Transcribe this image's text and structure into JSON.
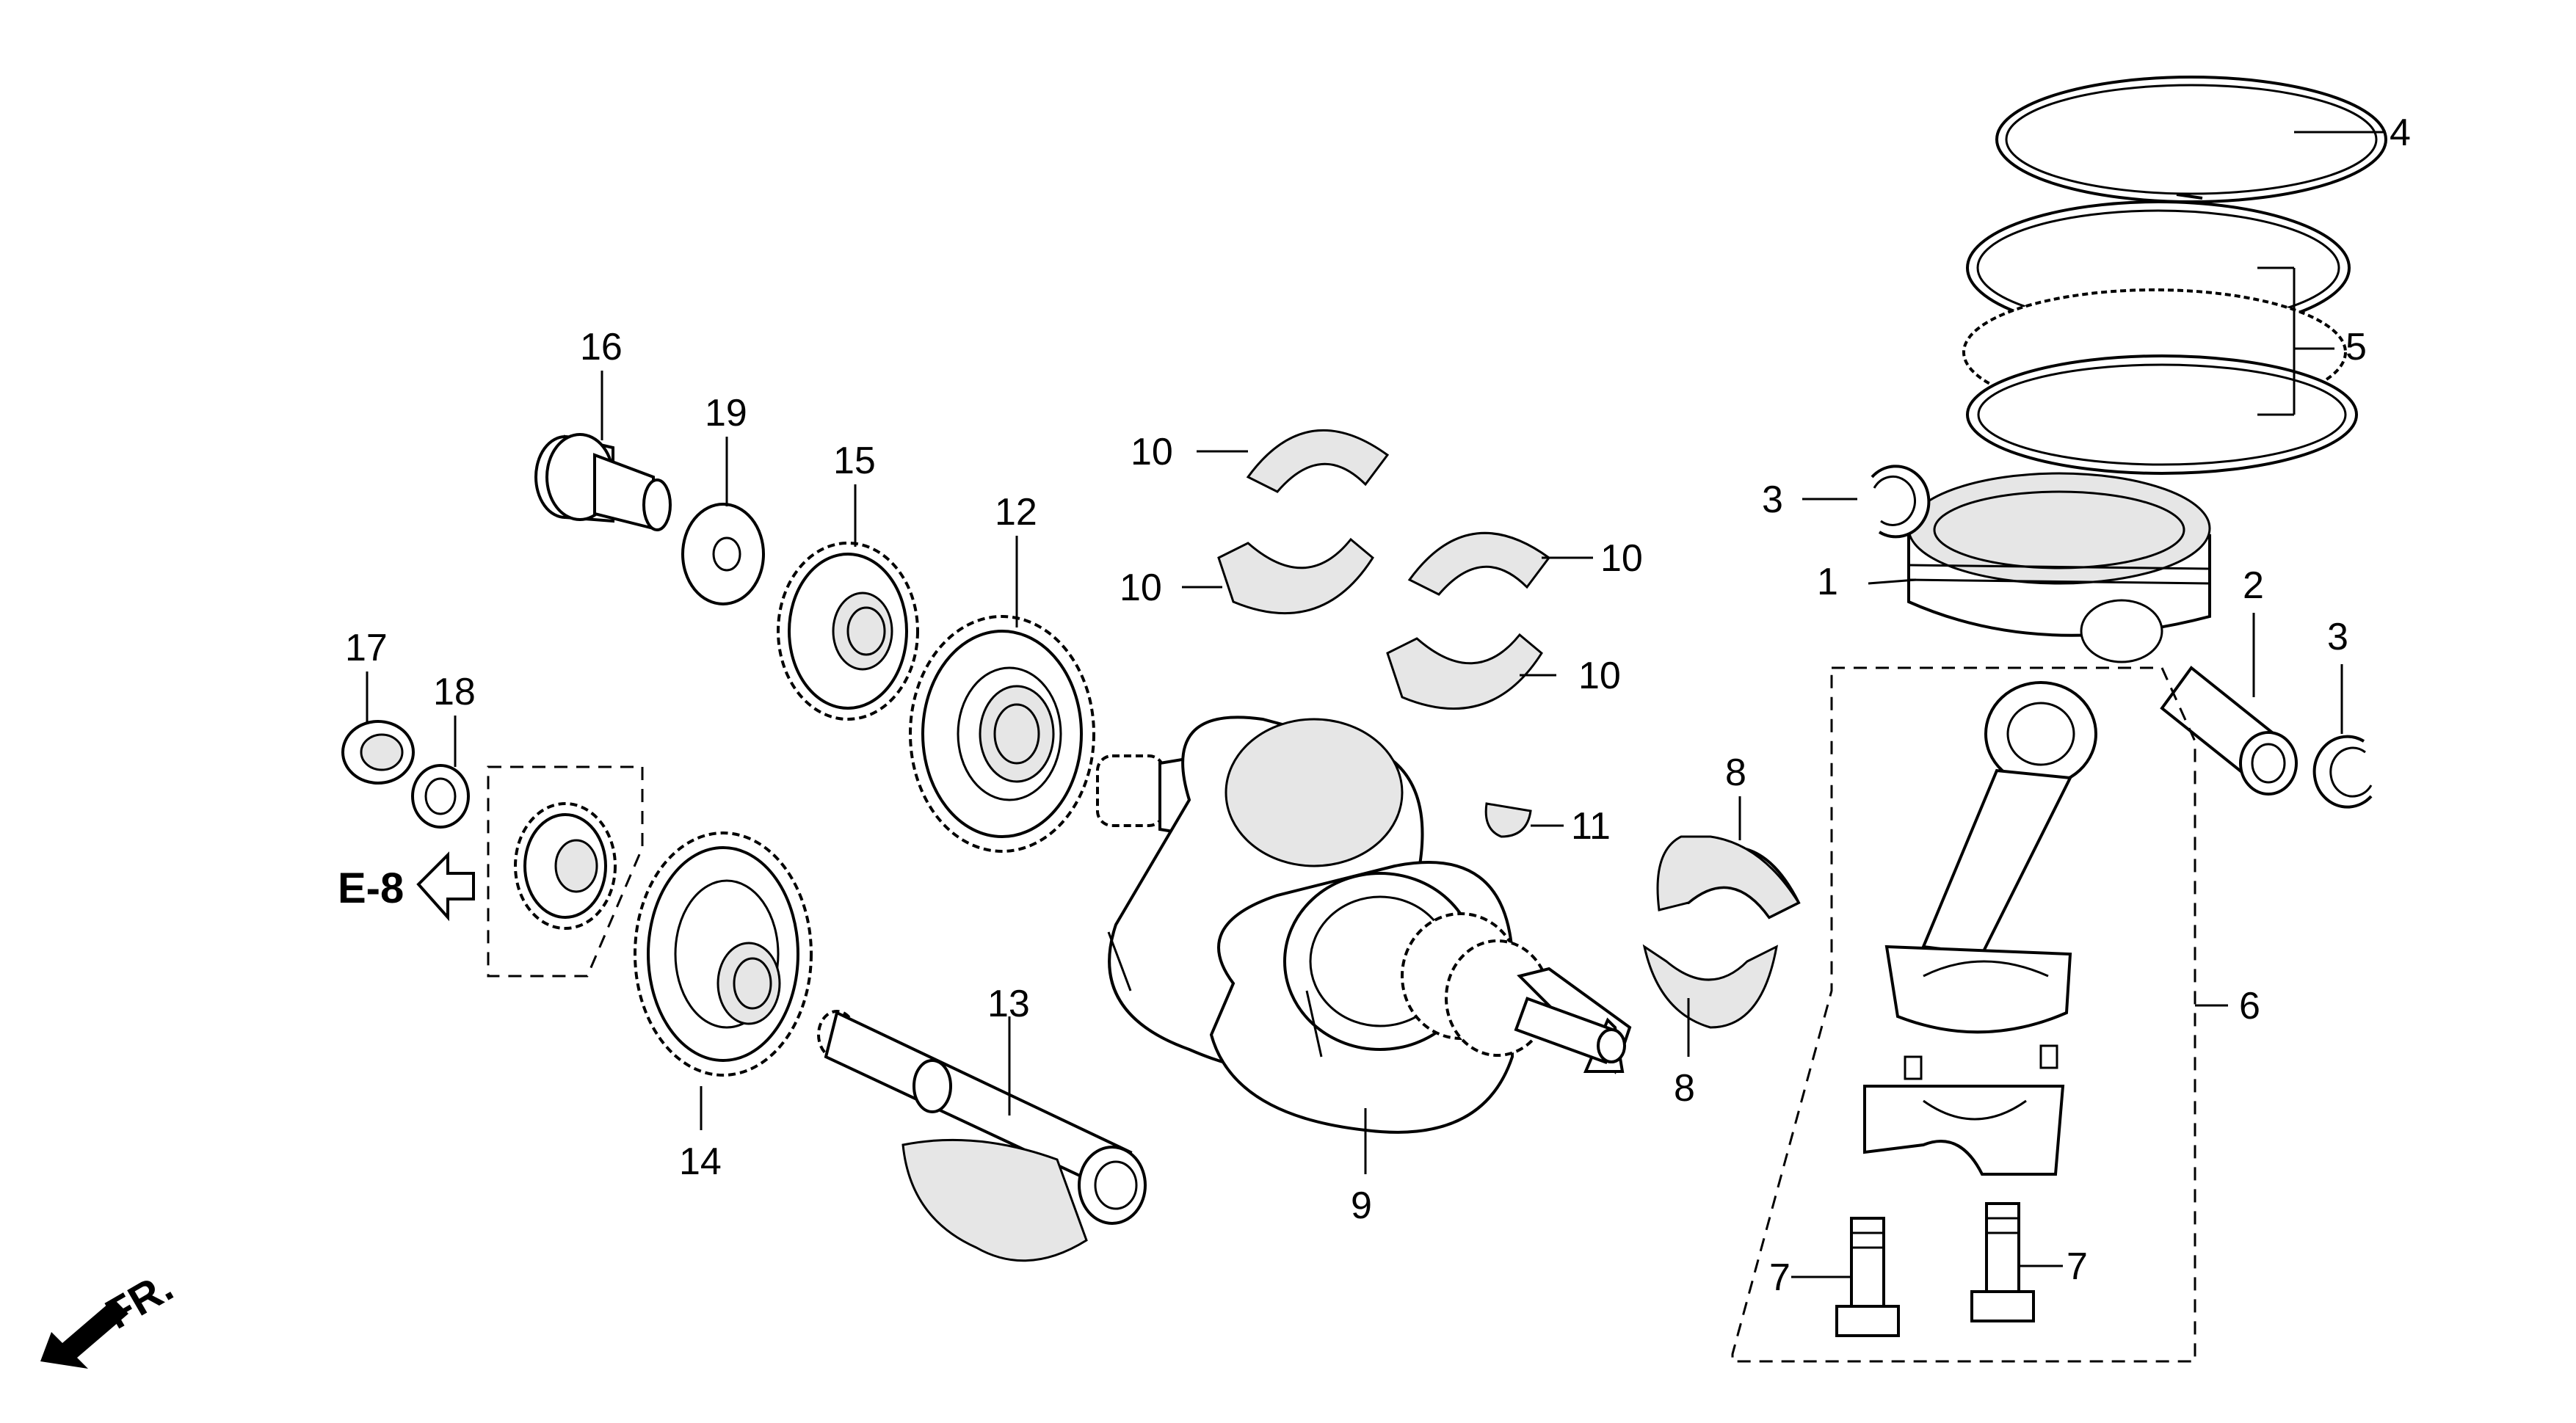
{
  "callouts": {
    "c1": "1",
    "c2": "2",
    "c3a": "3",
    "c3b": "3",
    "c4": "4",
    "c5": "5",
    "c6": "6",
    "c7a": "7",
    "c7b": "7",
    "c8a": "8",
    "c8b": "8",
    "c9": "9",
    "c10a": "10",
    "c10b": "10",
    "c10c": "10",
    "c10d": "10",
    "c11": "11",
    "c12": "12",
    "c13": "13",
    "c14": "14",
    "c15": "15",
    "c16": "16",
    "c17": "17",
    "c18": "18",
    "c19": "19"
  },
  "reference": {
    "label": "E-8"
  },
  "direction": {
    "label": "FR."
  }
}
